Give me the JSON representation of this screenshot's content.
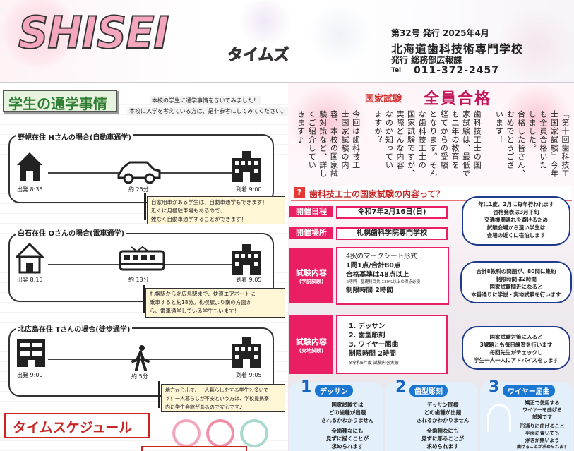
{
  "header": {
    "logo": "SHISEI",
    "logo_sub": "タイムズ",
    "issue": "第32号 発行 2025年4月",
    "school": "北海道歯科技術専門学校",
    "publisher": "発行 総務部広報課",
    "tel_label": "Tel",
    "tel": "011-372-2457"
  },
  "commute": {
    "title": "学生の通学事情",
    "intro1": "本校の学生に通学事情をきいてみました！",
    "intro2": "本校に入学を考えている方は、是非参考にしてみてください。",
    "cases": [
      {
        "title": "野幌在住 Hさんの場合(自動車通学)",
        "depart": "出発 8:35",
        "duration": "約 25分",
        "arrive": "到着 9:00",
        "note": [
          "自家用車がある学生は、自動車通学もできます！",
          "近くに月極駐車場もあるので、",
          "難なく自動車通学することができます！"
        ]
      },
      {
        "title": "白石在住 Oさんの場合(電車通学)",
        "depart": "出発 8:15",
        "duration": "約 13分",
        "arrive": "到着 9:05",
        "note": [
          "札幌駅から北広島駅まで、快速エアポートに",
          "乗車すると約18分。札幌駅より南の方面か",
          "ら、電車通学している学生もいます！"
        ]
      },
      {
        "title": "北広島在住 Tさんの場合(徒歩通学)",
        "depart": "出発 9:00",
        "duration": "約 5分",
        "arrive": "到着 9:05",
        "note": [
          "地方から出て、一人暮らしをする学生も多いで",
          "す！一人暮らしが不安という方は、学校提携寮",
          "内に学生会館があるので安心です♪"
        ]
      }
    ]
  },
  "schedule": {
    "title": "タイムスケジュール"
  },
  "exam": {
    "tag": "国家試験",
    "headline": "全員合格",
    "intro_columns": [
      "『第十回歯科技工",
      "士国家試験』今年",
      "も全員合格いた",
      "しました。",
      "合格した皆さん、",
      "おめでとうござ",
      "います！",
      "",
      "歯科技工士の国",
      "家試験は、最低で",
      "も二年の教育を",
      "経てからの受験",
      "となります。そん",
      "な歯科技工士の",
      "国家試験ですが、",
      "実際どんな内容",
      "なのか知ってい",
      "ますか？",
      "",
      "今回は歯科技工",
      "士国家試験の内",
      "容、本校の国家試",
      "験対策など、詳し",
      "くご紹介してい",
      "きます♪"
    ],
    "content_icon": "?",
    "content_title": "歯科技工士の国家試験の内容って？",
    "date_label": "開催日程",
    "date_value": "令和7年2月16日(日)",
    "venue_label": "開催場所",
    "venue_value": "札幌歯科学院専門学校",
    "written_label": "試験内容",
    "written_sub": "(学説試験)",
    "written_lines": [
      "4択のマークシート形式",
      "1問1点/合計80点",
      "合格基準は48点以上",
      "※専門・基礎科目共に30%以上の得点必須",
      "制限時間 2時間"
    ],
    "practical_label": "試験内容",
    "practical_sub": "(実地試験)",
    "practical_lines": [
      "1. デッサン",
      "2. 歯型彫刻",
      "3. ワイヤー屈曲",
      "制限時間 2時間",
      "※令和6年度 試験内容実績"
    ],
    "bubble1": [
      "年に1度、2月に毎年行われます",
      "合格発表は3月下旬",
      "交通機関遅れを避けるため",
      "試験会場から遠い学生は",
      "会場の近くに宿泊します"
    ],
    "bubble2": [
      "合計8教科の問題が、80問に集約",
      "制限時間は2時間",
      "国家試験間近になると",
      "本番通りに学説・実地試験を行います"
    ],
    "bubble3": [
      "国家試験対策に入ると",
      "3課題とも毎日練習を行います",
      "毎回先生がチェックし",
      "学生一人一人にアドバイスをします"
    ],
    "categories": [
      {
        "num": "1",
        "name": "デッサン",
        "text": [
          "国家試験では",
          "どの歯種が出題",
          "されるかわかりません",
          "",
          "全歯種なにも",
          "見ずに描くことが",
          "求められます"
        ]
      },
      {
        "num": "2",
        "name": "歯型彫刻",
        "text": [
          "デッサン同様",
          "どの歯種が出題",
          "されるかわかりません",
          "",
          "全歯種なにも",
          "見ずに彫ることが",
          "求められます"
        ]
      },
      {
        "num": "3",
        "name": "ワイヤー屈曲",
        "text": [
          "矯正で使用する",
          "ワイヤーを曲げる",
          "試験です",
          "",
          "形通りに曲げること",
          "平面に置いても",
          "浮きが無いよう",
          "曲げることが求められます"
        ]
      }
    ]
  }
}
